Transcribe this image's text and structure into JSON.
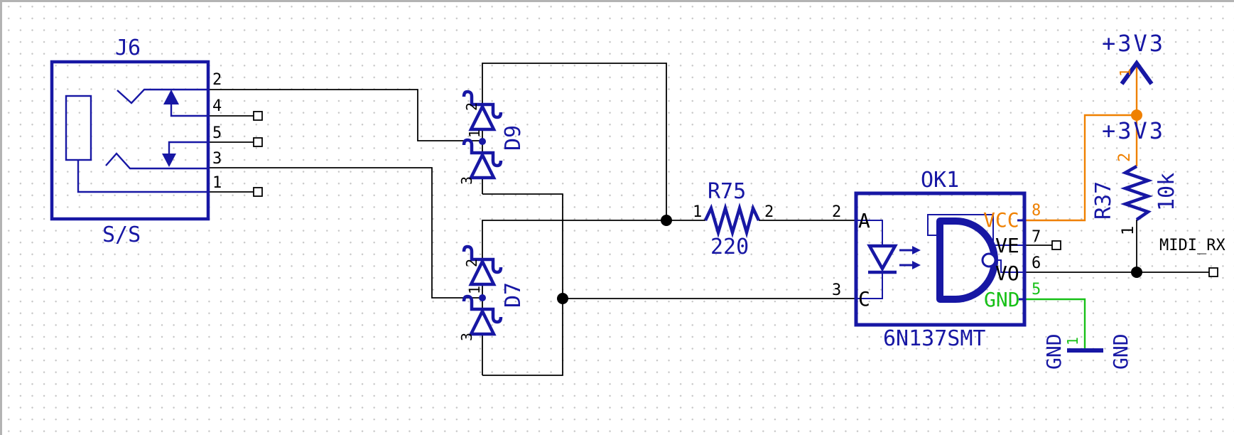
{
  "colors": {
    "symbol_blue": "#1717a4",
    "wire_black": "#000000",
    "power_orange": "#ef8000",
    "ground_green": "#17c017",
    "grid_dot": "#c6c6c6",
    "frame_gray": "#b3b3b3"
  },
  "connector_j6": {
    "name": "J6",
    "value": "S/S",
    "pin_numbers": [
      "2",
      "4",
      "5",
      "3",
      "1"
    ]
  },
  "diode_d9": {
    "name": "D9",
    "pin_top": "2",
    "pin_center": "1",
    "pin_bottom": "3"
  },
  "diode_d7": {
    "name": "D7",
    "pin_top": "2",
    "pin_center": "1",
    "pin_bottom": "3"
  },
  "resistor_r75": {
    "name": "R75",
    "value": "220",
    "pin_left": "1",
    "pin_right": "2"
  },
  "optocoupler_ok1": {
    "name": "OK1",
    "value": "6N137SMT",
    "pins": {
      "anode": {
        "number": "2",
        "label": "A"
      },
      "cathode": {
        "number": "3",
        "label": "C"
      },
      "vcc": {
        "number": "8",
        "label": "VCC"
      },
      "ve": {
        "number": "7",
        "label": "VE"
      },
      "vo": {
        "number": "6",
        "label": "VO"
      },
      "gnd": {
        "number": "5",
        "label": "GND"
      }
    }
  },
  "resistor_r37": {
    "name": "R37",
    "value": "10k",
    "pin_top": "2",
    "pin_bottom": "1"
  },
  "supply_3v3": {
    "label": "+3V3",
    "label2": "+3V3",
    "pin": "1"
  },
  "ground": {
    "name": "GND",
    "value": "GND",
    "pin": "1"
  },
  "nets": {
    "midi_rx": "MIDI_RX"
  }
}
